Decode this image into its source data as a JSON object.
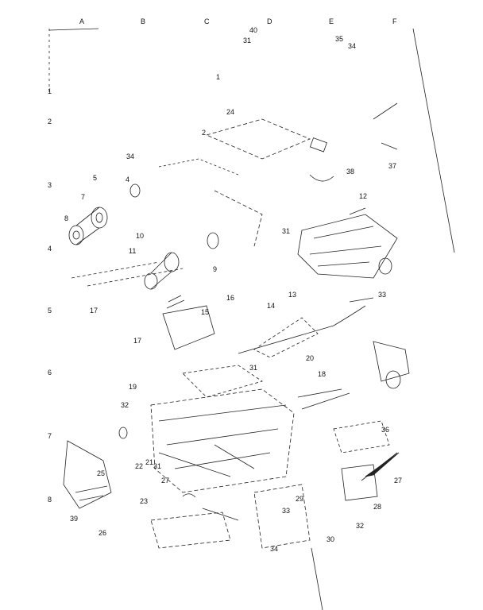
{
  "columns": [
    "A",
    "B",
    "C",
    "D",
    "E",
    "F"
  ],
  "rows": [
    "1",
    "2",
    "3",
    "4",
    "5",
    "6",
    "7",
    "8"
  ],
  "callouts": [
    "40",
    "31",
    "35",
    "34",
    "1",
    "24",
    "2",
    "34",
    "5",
    "4",
    "7",
    "8",
    "10",
    "9",
    "31",
    "11",
    "12",
    "33",
    "38",
    "37",
    "16",
    "13",
    "14",
    "15",
    "17",
    "17",
    "18",
    "19",
    "20",
    "31",
    "32",
    "21",
    "22",
    "36",
    "25",
    "23",
    "31",
    "27",
    "28",
    "29",
    "39",
    "26",
    "33",
    "30",
    "32",
    "27",
    "34"
  ]
}
